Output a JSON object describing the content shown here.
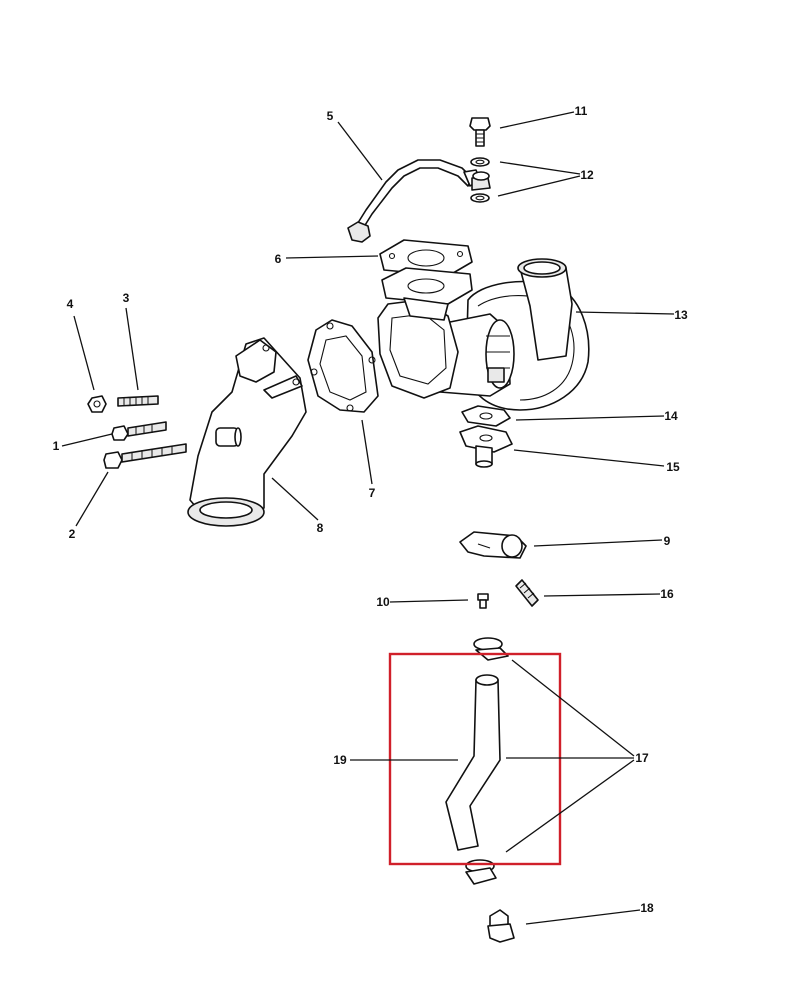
{
  "callouts": [
    {
      "id": "c1",
      "label": "1"
    },
    {
      "id": "c2",
      "label": "2"
    },
    {
      "id": "c3",
      "label": "3"
    },
    {
      "id": "c4",
      "label": "4"
    },
    {
      "id": "c5",
      "label": "5"
    },
    {
      "id": "c6",
      "label": "6"
    },
    {
      "id": "c7",
      "label": "7"
    },
    {
      "id": "c8",
      "label": "8"
    },
    {
      "id": "c9",
      "label": "9"
    },
    {
      "id": "c10",
      "label": "10"
    },
    {
      "id": "c11",
      "label": "11"
    },
    {
      "id": "c12",
      "label": "12"
    },
    {
      "id": "c13",
      "label": "13"
    },
    {
      "id": "c14",
      "label": "14"
    },
    {
      "id": "c15",
      "label": "15"
    },
    {
      "id": "c16",
      "label": "16"
    },
    {
      "id": "c17",
      "label": "17"
    },
    {
      "id": "c18",
      "label": "18"
    },
    {
      "id": "c19",
      "label": "19"
    }
  ],
  "highlight": {
    "color": "#d0202a",
    "target": "19"
  },
  "colors": {
    "line": "#111111",
    "background": "#ffffff"
  }
}
